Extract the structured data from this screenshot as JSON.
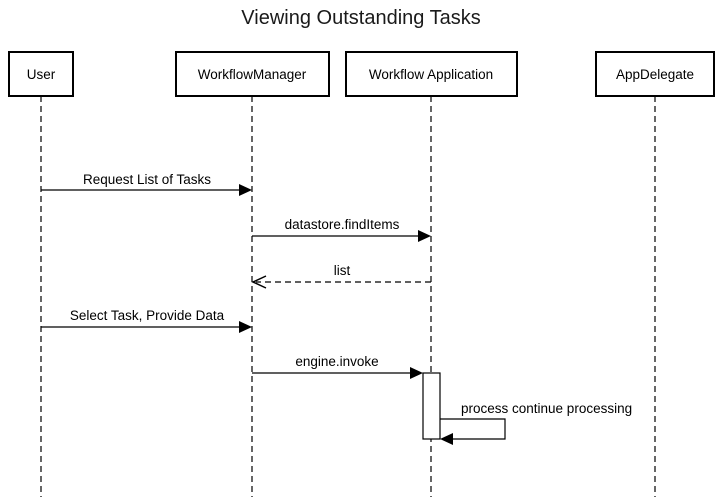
{
  "title": "Viewing Outstanding Tasks",
  "actors": [
    {
      "id": "user",
      "label": "User"
    },
    {
      "id": "workflow-manager",
      "label": "WorkflowManager"
    },
    {
      "id": "workflow-application",
      "label": "Workflow Application"
    },
    {
      "id": "app-delegate",
      "label": "AppDelegate"
    }
  ],
  "messages": [
    {
      "from": "User",
      "to": "WorkflowManager",
      "label": "Request List of Tasks",
      "kind": "sync"
    },
    {
      "from": "WorkflowManager",
      "to": "Workflow Application",
      "label": "datastore.findItems",
      "kind": "sync"
    },
    {
      "from": "Workflow Application",
      "to": "WorkflowManager",
      "label": "list",
      "kind": "return"
    },
    {
      "from": "User",
      "to": "WorkflowManager",
      "label": "Select Task, Provide Data",
      "kind": "sync"
    },
    {
      "from": "WorkflowManager",
      "to": "Workflow Application",
      "label": "engine.invoke",
      "kind": "sync"
    },
    {
      "from": "Workflow Application",
      "to": "Workflow Application",
      "label": "process continue processing",
      "kind": "self"
    }
  ],
  "colors": {
    "stroke": "#000000",
    "background": "#ffffff"
  }
}
